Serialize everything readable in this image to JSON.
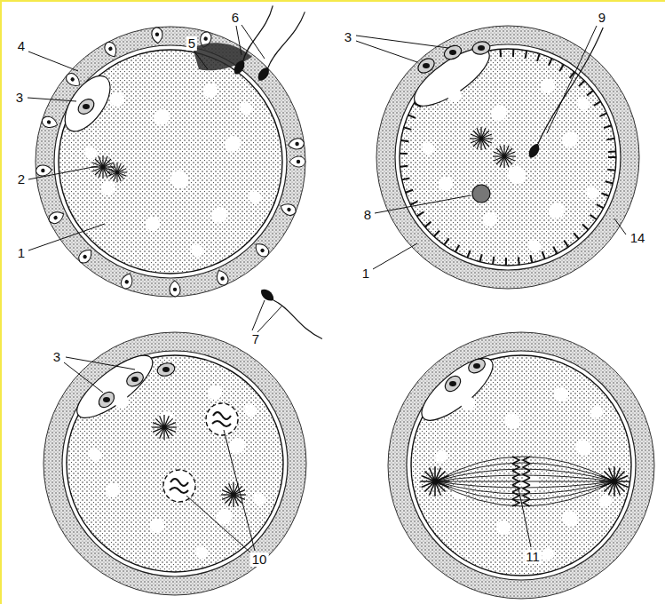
{
  "diagram": {
    "labels": [
      "4",
      "5",
      "6",
      "3",
      "2",
      "1",
      "7",
      "3",
      "9",
      "8",
      "1",
      "14",
      "3",
      "10",
      "11"
    ]
  }
}
